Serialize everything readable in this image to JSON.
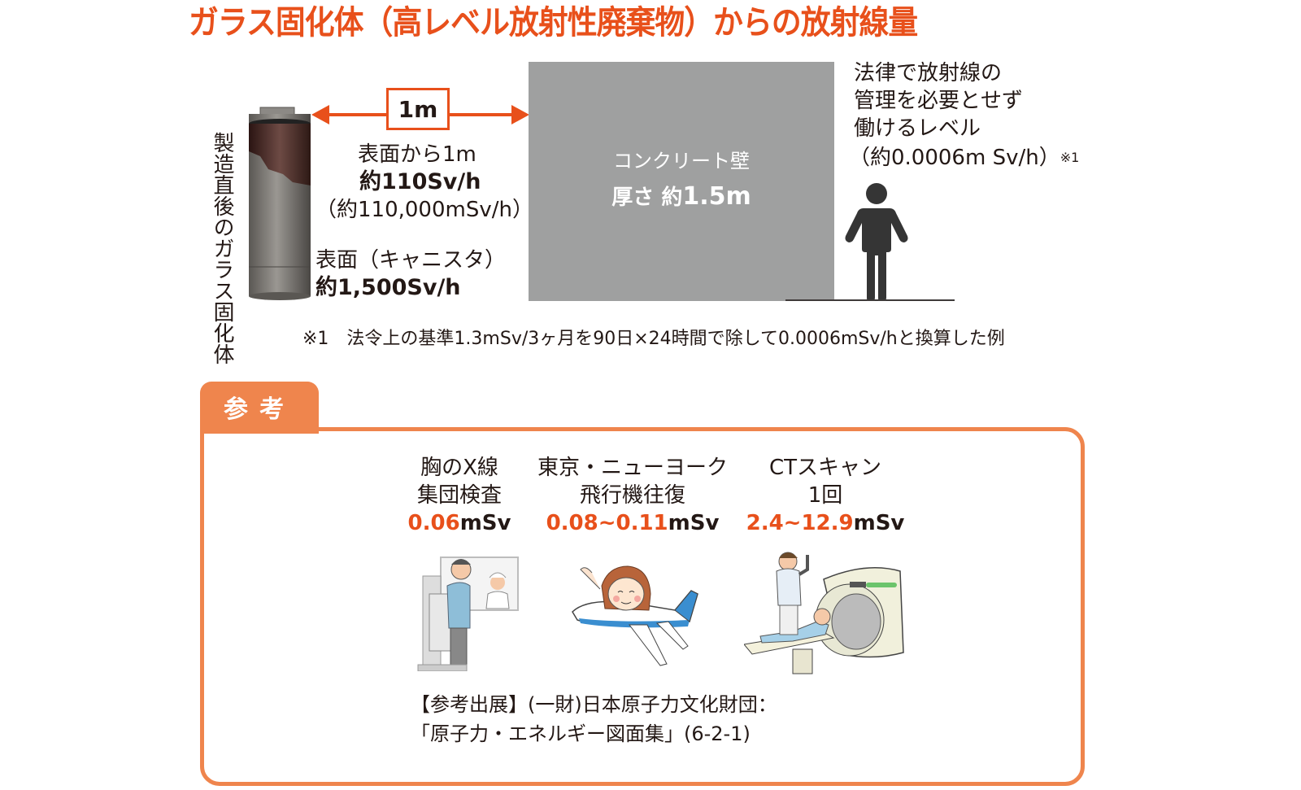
{
  "title": "ガラス固化体（高レベル放射性廃棄物）からの放射線量",
  "canister": {
    "vertical_label_col1": "製造直後の",
    "vertical_label_col2": "ガラス固化体",
    "surface_label": "表面（キャニスタ）",
    "surface_value": "約1,500Sv/h"
  },
  "distance": {
    "label": "1m",
    "line1": "表面から1m",
    "line2": "約110Sv/h",
    "line3": "（約110,000mSv/h）"
  },
  "wall": {
    "line1": "コンクリート壁",
    "line2_prefix": "厚さ 約",
    "line2_value": "1.5m"
  },
  "person_level": {
    "line1": "法律で放射線の",
    "line2": "管理を必要とせず",
    "line3": "働けるレベル",
    "line4": "（約0.0006m Sv/h）",
    "footnote_mark": "※1"
  },
  "footnote": "※1　法令上の基準1.3mSv/3ヶ月を90日×24時間で除して0.0006mSv/hと換算した例",
  "reference": {
    "tab_label": "参考",
    "items": [
      {
        "line1": "胸のX線",
        "line2": "集団検査",
        "value": "0.06",
        "unit": "mSv",
        "icon": "chest-xray-illustration"
      },
      {
        "line1": "東京・ニューヨーク",
        "line2": "飛行機往復",
        "value": "0.08~0.11",
        "unit": "mSv",
        "icon": "airplane-illustration"
      },
      {
        "line1": "CTスキャン",
        "line2": "1回",
        "value": "2.4~12.9",
        "unit": "mSv",
        "icon": "ct-scan-illustration"
      }
    ],
    "source_line1": "【参考出展】(一財)日本原子力文化財団：",
    "source_line2": "「原子力・エネルギー図面集」(6-2-1)"
  },
  "colors": {
    "accent": "#e8501b",
    "tab": "#ef854d",
    "wall": "#9fa0a0",
    "person": "#353535",
    "text": "#231815"
  }
}
